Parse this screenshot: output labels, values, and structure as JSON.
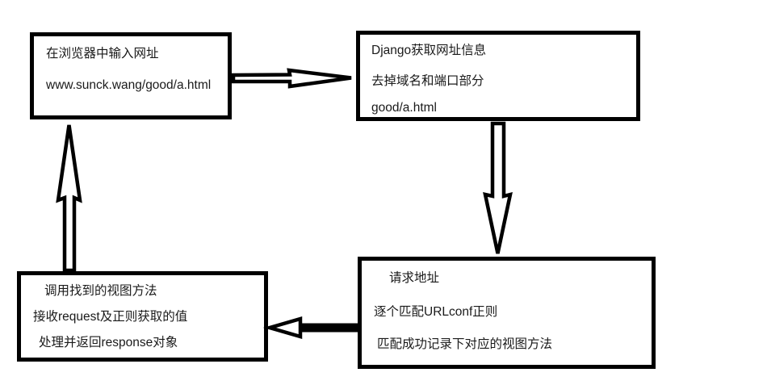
{
  "page": {
    "background_color": "#ffffff",
    "stroke_color": "#000000",
    "text_color": "#1a1a1a"
  },
  "diagram": {
    "boxes": {
      "browser_input": {
        "lines": [
          "在浏览器中输入网址",
          "www.sunck.wang/good/a.html"
        ]
      },
      "django_fetch": {
        "lines": [
          "Django获取网址信息",
          "去掉域名和端口部分",
          "good/a.html"
        ]
      },
      "request_match": {
        "lines": [
          "请求地址",
          "逐个匹配URLconf正则",
          "匹配成功记录下对应的视图方法"
        ]
      },
      "call_view": {
        "lines": [
          "调用找到的视图方法",
          "接收request及正则获取的值",
          "处理并返回response对象"
        ]
      }
    },
    "arrows": [
      {
        "name": "browser-to-django",
        "direction": "right"
      },
      {
        "name": "django-to-request",
        "direction": "down"
      },
      {
        "name": "request-to-view",
        "direction": "left"
      },
      {
        "name": "view-to-browser",
        "direction": "up"
      }
    ]
  }
}
